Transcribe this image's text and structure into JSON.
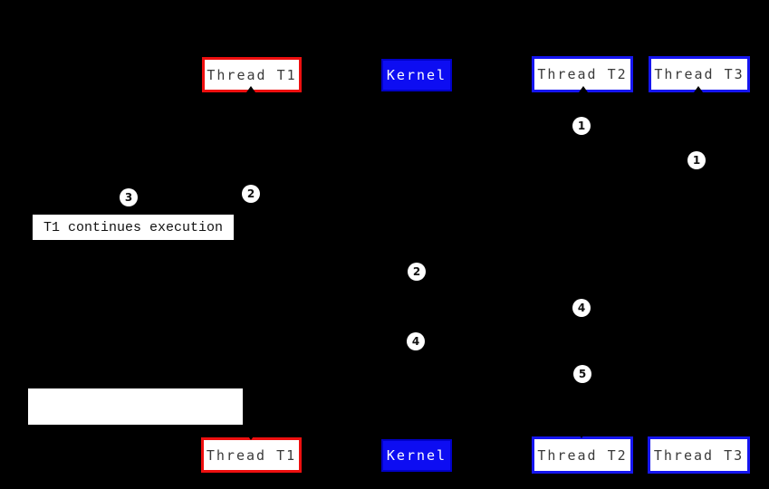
{
  "colors": {
    "background": "#000000",
    "red_accent": "#ee0f0f",
    "blue_accent": "#1616f0",
    "kernel_fill": "#0d0df2",
    "box_fill": "#ffffff"
  },
  "top_row": {
    "thread_t1": "Thread T1",
    "kernel": "Kernel",
    "thread_t2": "Thread T2",
    "thread_t3": "Thread T3"
  },
  "bottom_row": {
    "thread_t1": "Thread T1",
    "kernel": "Kernel",
    "thread_t2": "Thread T2",
    "thread_t3": "Thread T3"
  },
  "note": {
    "text": "T1 continues execution"
  },
  "step_markers": [
    {
      "label": "1"
    },
    {
      "label": "1"
    },
    {
      "label": "2"
    },
    {
      "label": "3"
    },
    {
      "label": "2"
    },
    {
      "label": "4"
    },
    {
      "label": "4"
    },
    {
      "label": "5"
    }
  ]
}
